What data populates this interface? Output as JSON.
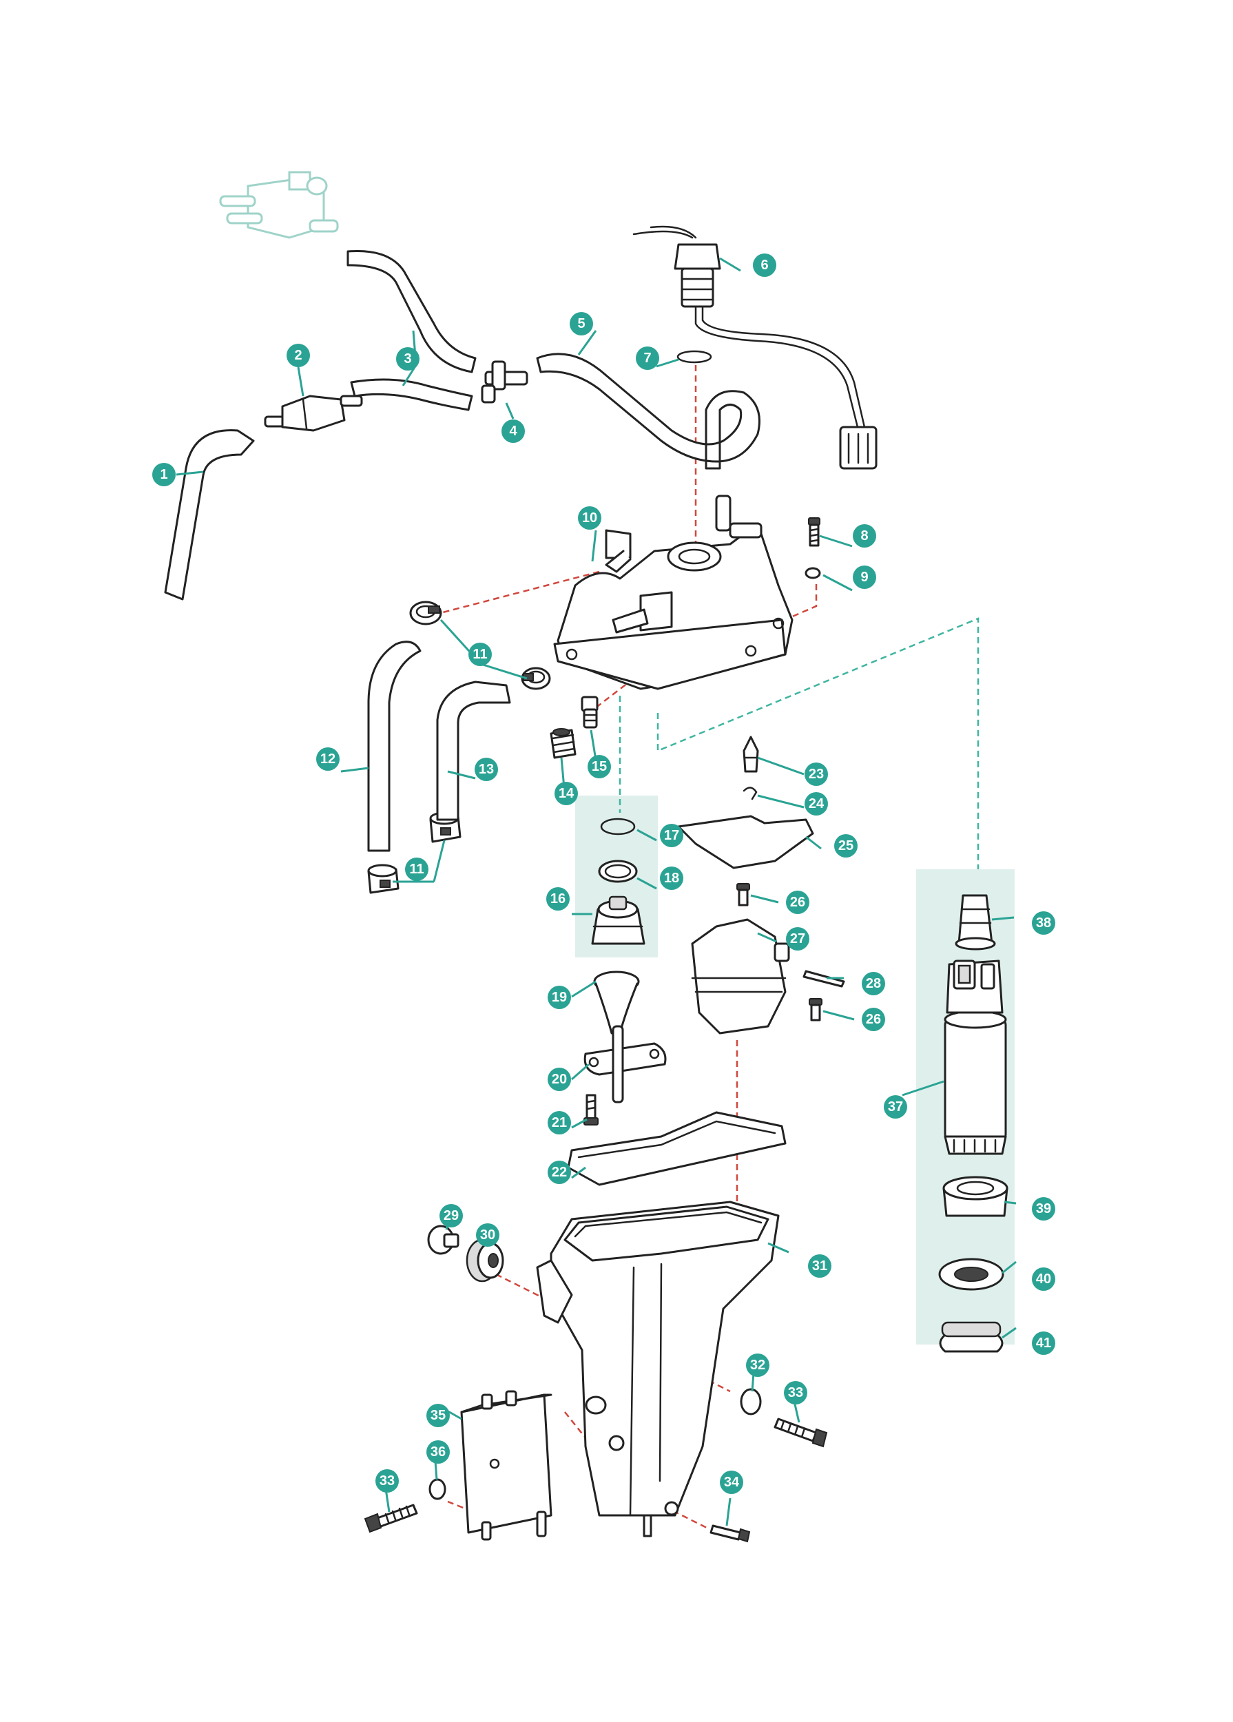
{
  "diagram": {
    "callout_color": "#2aa394",
    "highlight_color": "#dff0ec",
    "red_leader_color": "#d0473c",
    "callouts": [
      "1",
      "2",
      "3",
      "4",
      "5",
      "6",
      "7",
      "8",
      "9",
      "10",
      "11",
      "11",
      "12",
      "13",
      "14",
      "15",
      "16",
      "17",
      "18",
      "19",
      "20",
      "21",
      "22",
      "23",
      "24",
      "25",
      "26",
      "26",
      "27",
      "28",
      "29",
      "30",
      "31",
      "32",
      "33",
      "33",
      "34",
      "35",
      "36",
      "37",
      "38",
      "39",
      "40",
      "41"
    ]
  }
}
